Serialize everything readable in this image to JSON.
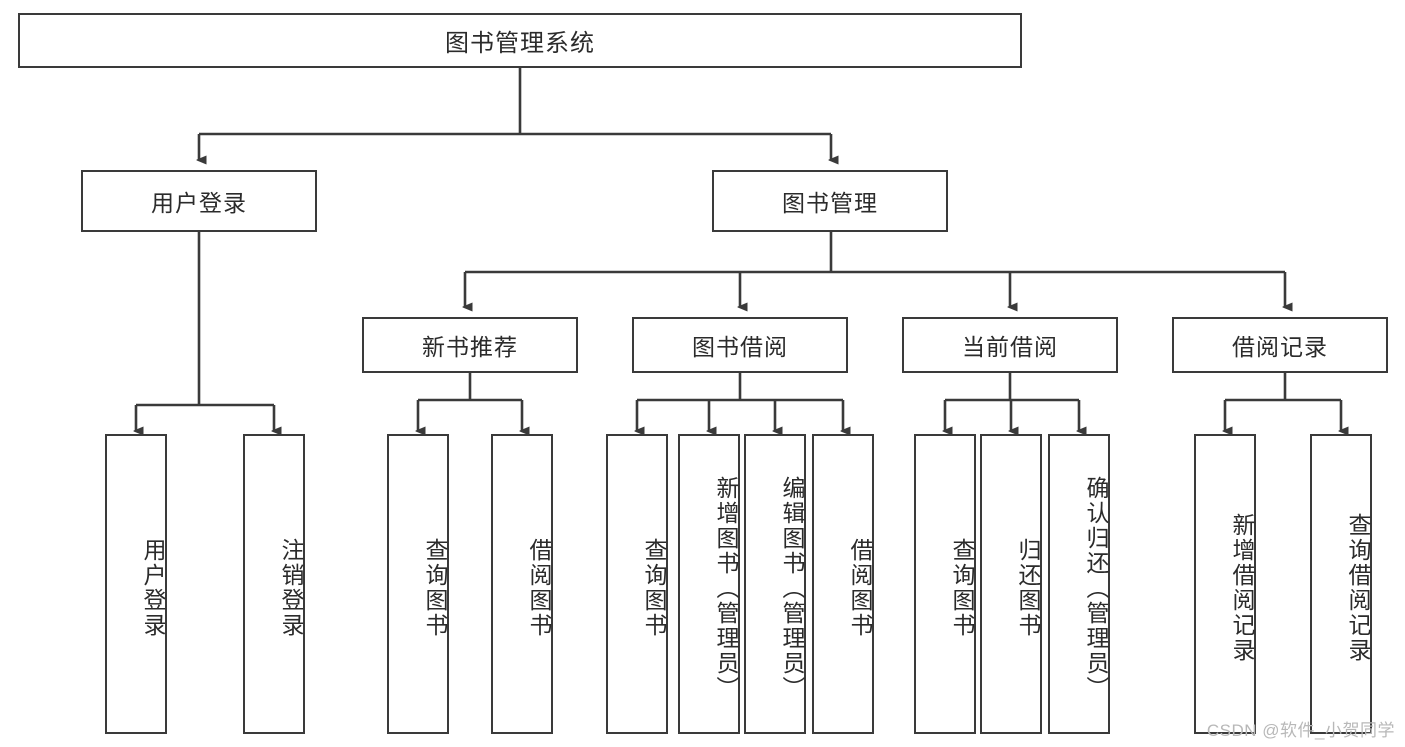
{
  "diagram": {
    "title": "图书管理系统",
    "type": "tree-hierarchy",
    "watermark": "CSDN @软件_小贺同学",
    "colors": {
      "box_border": "#3a3a3a",
      "box_fill": "#ffffff",
      "connector": "#3a3a3a",
      "text": "#2b2b2b",
      "watermark": "#b8b8b8",
      "background": "#ffffff"
    },
    "nodes": {
      "root": {
        "label": "图书管理系统"
      },
      "level2": [
        {
          "label": "用户登录"
        },
        {
          "label": "图书管理"
        }
      ],
      "level3": [
        {
          "label": "新书推荐"
        },
        {
          "label": "图书借阅"
        },
        {
          "label": "当前借阅"
        },
        {
          "label": "借阅记录"
        }
      ],
      "leaves_user_login": [
        {
          "label": "用户登录"
        },
        {
          "label": "注销登录"
        }
      ],
      "leaves_new_books": [
        {
          "label": "查询图书"
        },
        {
          "label": "借阅图书"
        }
      ],
      "leaves_borrow": [
        {
          "label": "查询图书"
        },
        {
          "label": "新增图书（管理员）"
        },
        {
          "label": "编辑图书（管理员）"
        },
        {
          "label": "借阅图书"
        }
      ],
      "leaves_current": [
        {
          "label": "查询图书"
        },
        {
          "label": "归还图书"
        },
        {
          "label": "确认归还（管理员）"
        }
      ],
      "leaves_records": [
        {
          "label": "新增借阅记录"
        },
        {
          "label": "查询借阅记录"
        }
      ]
    }
  }
}
